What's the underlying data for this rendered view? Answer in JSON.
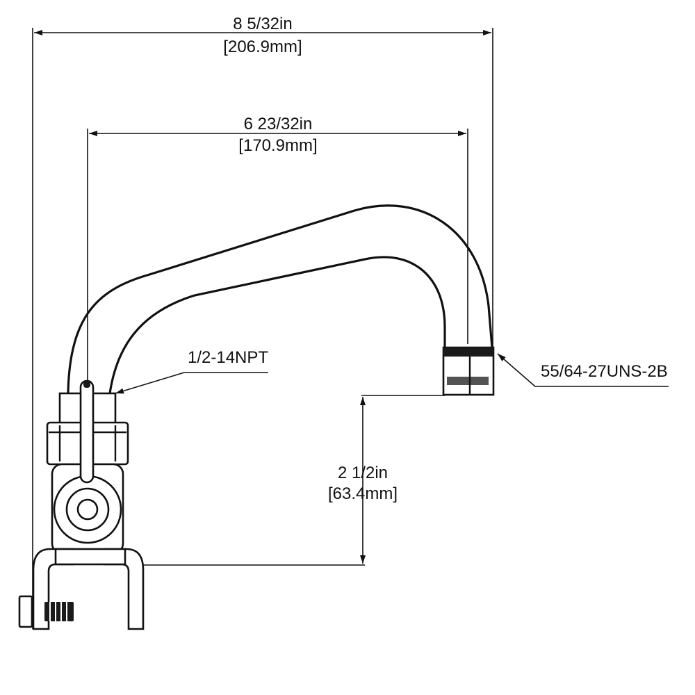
{
  "dimensions": {
    "overall_width": {
      "imperial": "8 5/32in",
      "metric": "[206.9mm]"
    },
    "spout_reach": {
      "imperial": "6 23/32in",
      "metric": "[170.9mm]"
    },
    "spout_height": {
      "imperial": "2 1/2in",
      "metric": "[63.4mm]"
    }
  },
  "callouts": {
    "inlet_thread": "1/2-14NPT",
    "outlet_thread": "55/64-27UNS-2B"
  },
  "colors": {
    "line": "#111111",
    "background": "#ffffff"
  }
}
